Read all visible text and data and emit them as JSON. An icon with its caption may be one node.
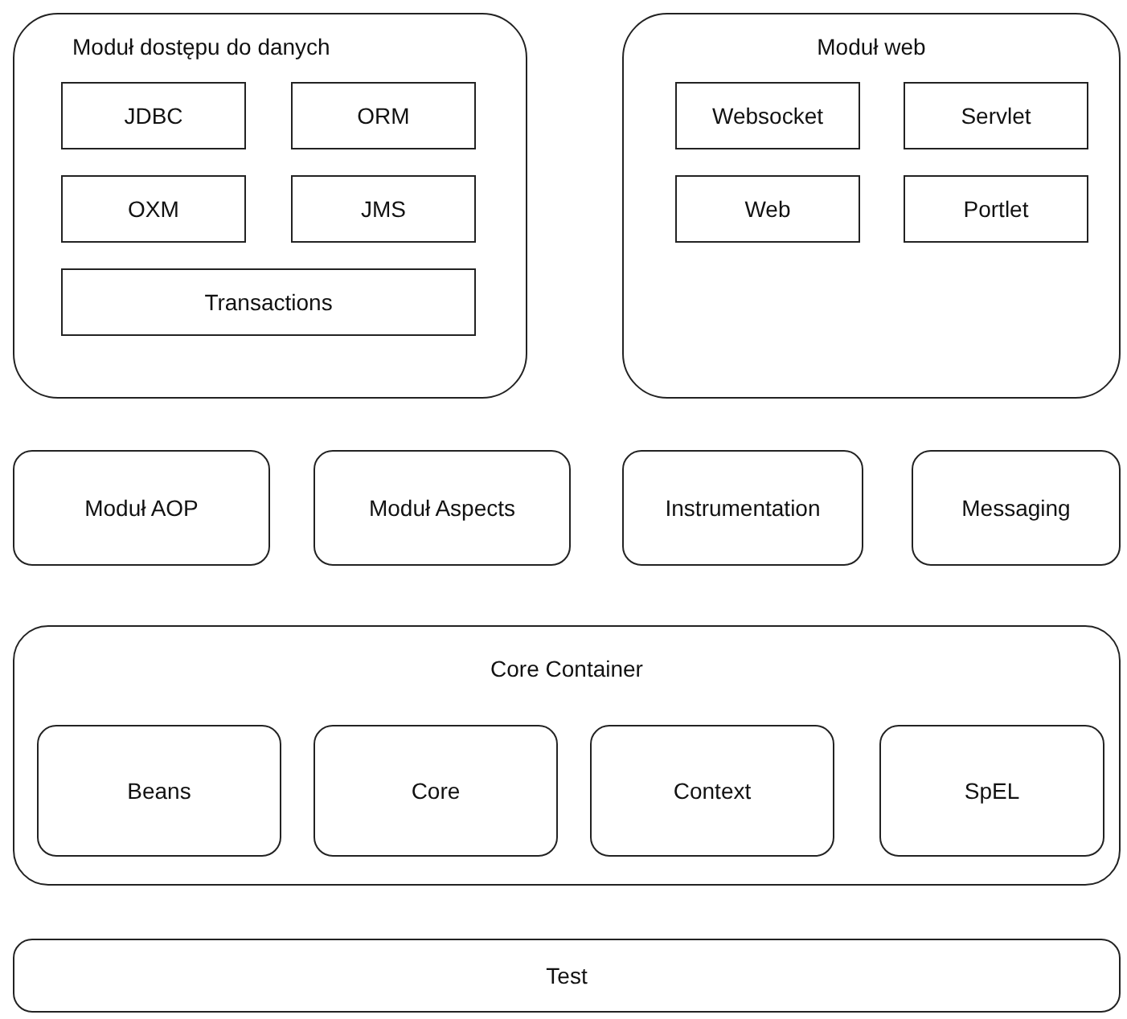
{
  "diagram": {
    "nodes": [
      {
        "text": [
          "Moduł dostępu do danych"
        ]
      },
      {
        "text": [
          "JDBC"
        ],
        "in": 0
      },
      {
        "text": [
          "ORM"
        ],
        "in": 0
      },
      {
        "text": [
          "OXM"
        ],
        "in": 0
      },
      {
        "text": [
          "JMS"
        ],
        "in": 0
      },
      {
        "text": [
          "Transactions"
        ],
        "in": 0
      },
      {
        "text": [
          "Moduł web"
        ]
      },
      {
        "text": [
          "Websocket"
        ],
        "in": 6
      },
      {
        "text": [
          "Servlet"
        ],
        "in": 6
      },
      {
        "text": [
          "Web"
        ],
        "in": 6
      },
      {
        "text": [
          "Portlet"
        ],
        "in": 6
      },
      {
        "text": [
          "Moduł AOP"
        ]
      },
      {
        "text": [
          "Moduł Aspects"
        ]
      },
      {
        "text": [
          "Instrumentation"
        ]
      },
      {
        "text": [
          "Messaging"
        ]
      },
      {
        "text": [
          "Core Container"
        ]
      },
      {
        "text": [
          "Beans"
        ],
        "in": 15
      },
      {
        "text": [
          "Core"
        ],
        "in": 15
      },
      {
        "text": [
          "Context"
        ],
        "in": 15
      },
      {
        "text": [
          "SpEL"
        ],
        "in": 15
      },
      {
        "text": [
          "Test"
        ]
      }
    ]
  }
}
